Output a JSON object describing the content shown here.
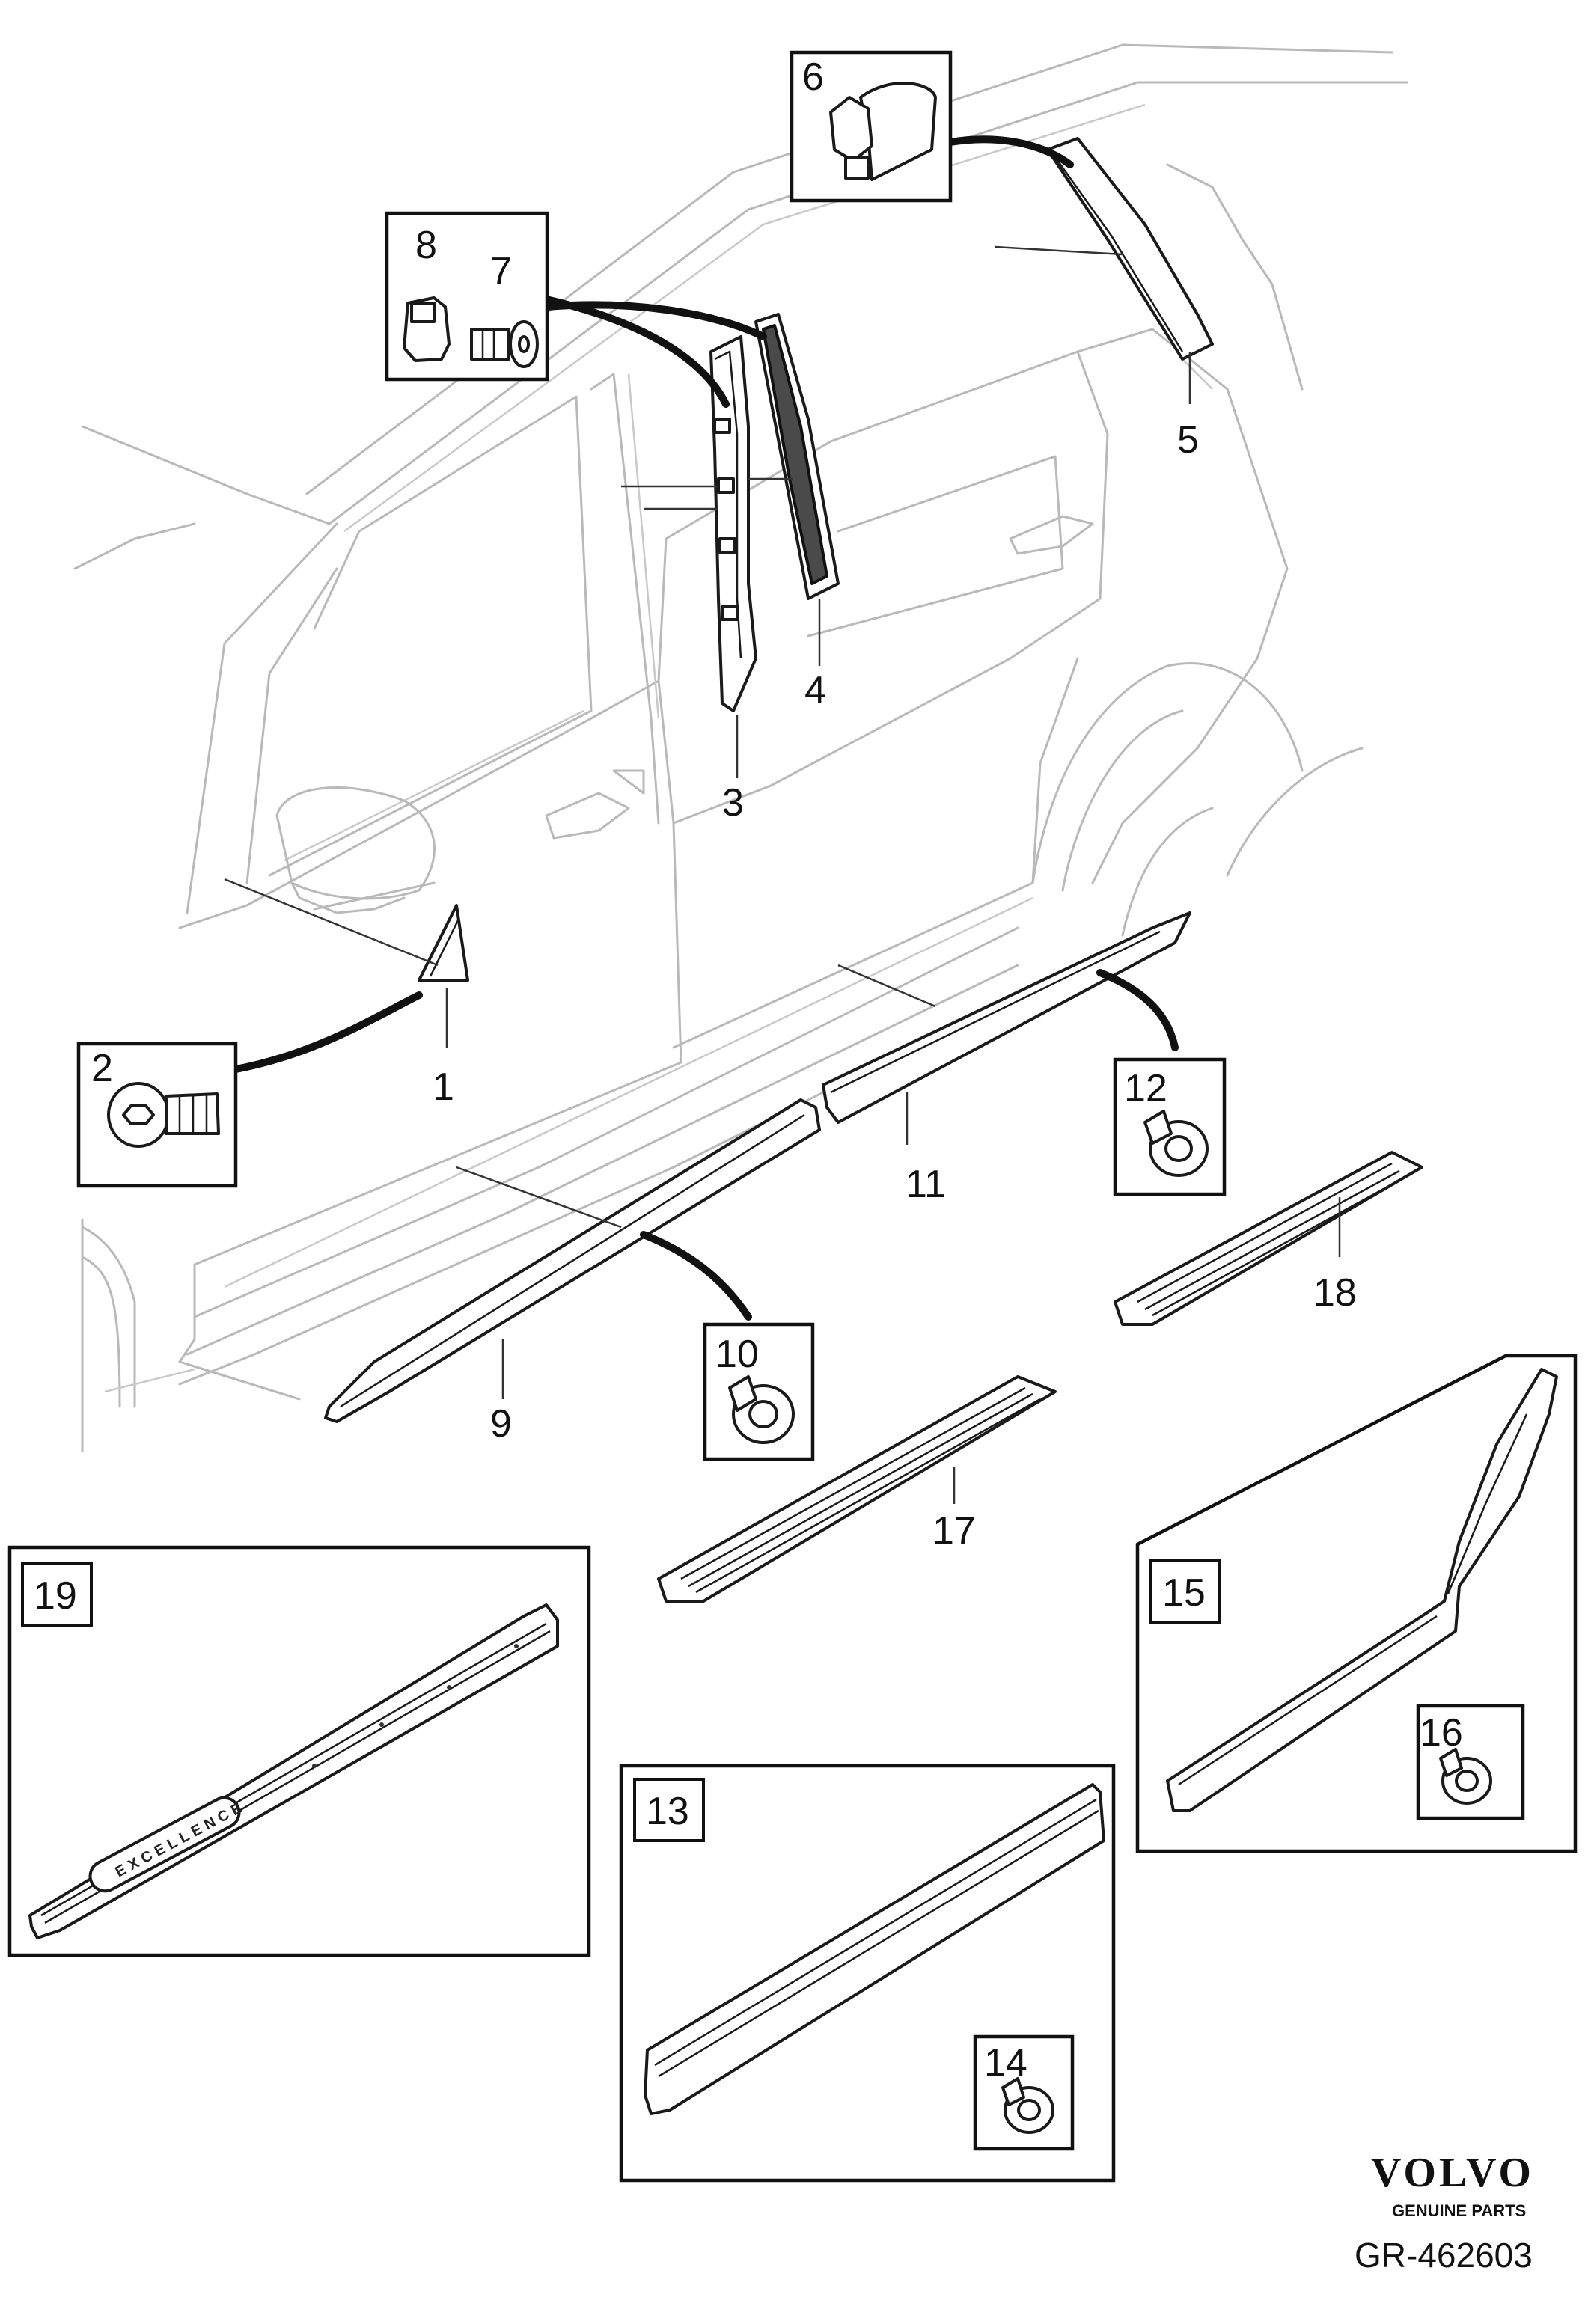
{
  "diagram": {
    "callouts": {
      "c1": "1",
      "c2": "2",
      "c3": "3",
      "c4": "4",
      "c5": "5",
      "c6": "6",
      "c7": "7",
      "c8": "8",
      "c9": "9",
      "c10": "10",
      "c11": "11",
      "c12": "12",
      "c13": "13",
      "c14": "14",
      "c15": "15",
      "c16": "16",
      "c17": "17",
      "c18": "18",
      "c19": "19"
    },
    "emblem_text": "EXCELLENCE"
  },
  "brand": {
    "logo_text": "VOLVO",
    "tagline": "GENUINE PARTS",
    "reference": "GR-462603"
  }
}
